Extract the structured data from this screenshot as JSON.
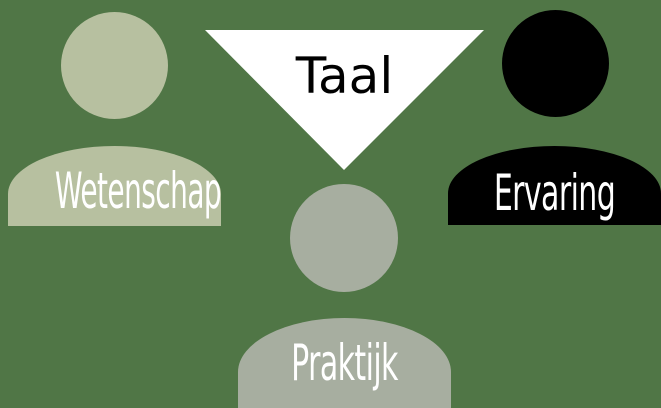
{
  "diagram": {
    "center_label": "Taal",
    "people": [
      {
        "label": "Wetenschap",
        "color": "#b7c0a0"
      },
      {
        "label": "Ervaring",
        "color": "#000000"
      },
      {
        "label": "Praktijk",
        "color": "#a7aea0"
      }
    ],
    "background_color": "#507646",
    "triangle_color": "#ffffff"
  }
}
